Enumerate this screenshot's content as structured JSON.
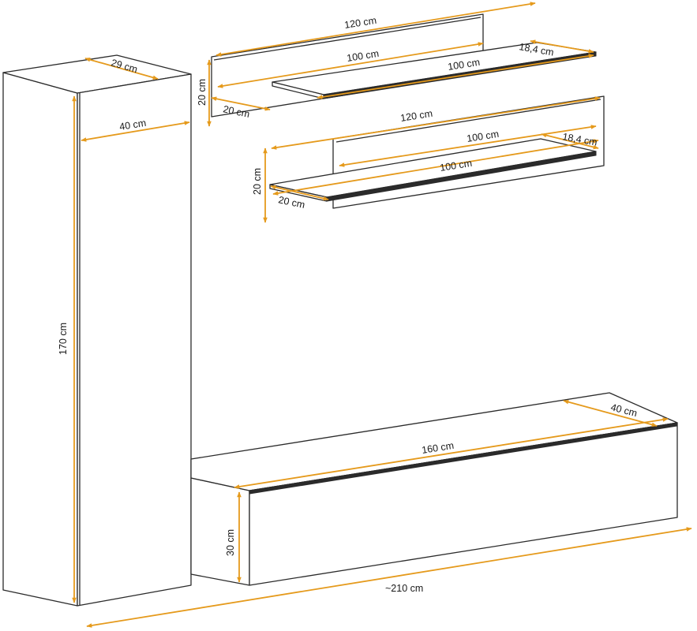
{
  "dimensions": {
    "cabinet_depth": "29 cm",
    "cabinet_width": "40 cm",
    "cabinet_height": "170 cm",
    "shelf1_back_width": "120 cm",
    "shelf1_front_width": "100 cm",
    "shelf1_board_width": "100 cm",
    "shelf1_board_depth": "18,4 cm",
    "shelf1_height": "20 cm",
    "shelf1_depth": "20 cm",
    "shelf2_back_width": "120 cm",
    "shelf2_top_width": "100 cm",
    "shelf2_board_depth": "18,4 cm",
    "shelf2_front_width": "100 cm",
    "shelf2_height": "20 cm",
    "shelf2_depth": "20 cm",
    "lowboard_width": "160 cm",
    "lowboard_depth": "40 cm",
    "lowboard_height": "30 cm",
    "total_width": "~210 cm"
  },
  "colors": {
    "outline": "#2b2b2b",
    "dimension_line": "#e59a1c",
    "background": "#ffffff"
  }
}
